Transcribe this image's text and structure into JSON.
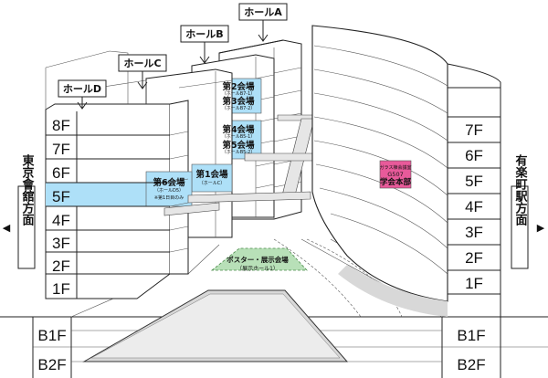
{
  "halls": {
    "a": "ホールA",
    "b": "ホールB",
    "c": "ホールC",
    "d": "ホールD"
  },
  "left_floors": [
    "8F",
    "7F",
    "6F",
    "5F",
    "4F",
    "3F",
    "2F",
    "1F"
  ],
  "right_floors": [
    "7F",
    "6F",
    "5F",
    "4F",
    "3F",
    "2F",
    "1F"
  ],
  "basement": {
    "b1": "B1F",
    "b2": "B2F"
  },
  "rooms": {
    "room2": {
      "title": "第2会場",
      "sub": "（ホールB7-1）"
    },
    "room3": {
      "title": "第3会場",
      "sub": "（ホールB7-2）"
    },
    "room4": {
      "title": "第4会場",
      "sub": "（ホールB5-1）"
    },
    "room5": {
      "title": "第5会場",
      "sub": "（ホールB5-2）"
    },
    "room1": {
      "title": "第1会場",
      "sub": "（ホールC）"
    },
    "room6": {
      "title": "第6会場",
      "sub": "（ホールD5）",
      "note": "※第1日目のみ"
    }
  },
  "headquarters": {
    "line1": "ガラス棟会議室",
    "line2": "G507",
    "line3": "学会本部"
  },
  "poster": {
    "title": "ポスター・展示会場",
    "sub": "（展示ホール1）"
  },
  "direction_left": {
    "label": "東京會舘方面",
    "arrow": "◀"
  },
  "direction_right": {
    "label": "有楽町駅方面",
    "arrow": "▶"
  },
  "colors": {
    "room_blue": "#aee0f8",
    "hq_pink": "#e85a9a",
    "poster_green": "#b8e0b8",
    "line": "#222222"
  }
}
